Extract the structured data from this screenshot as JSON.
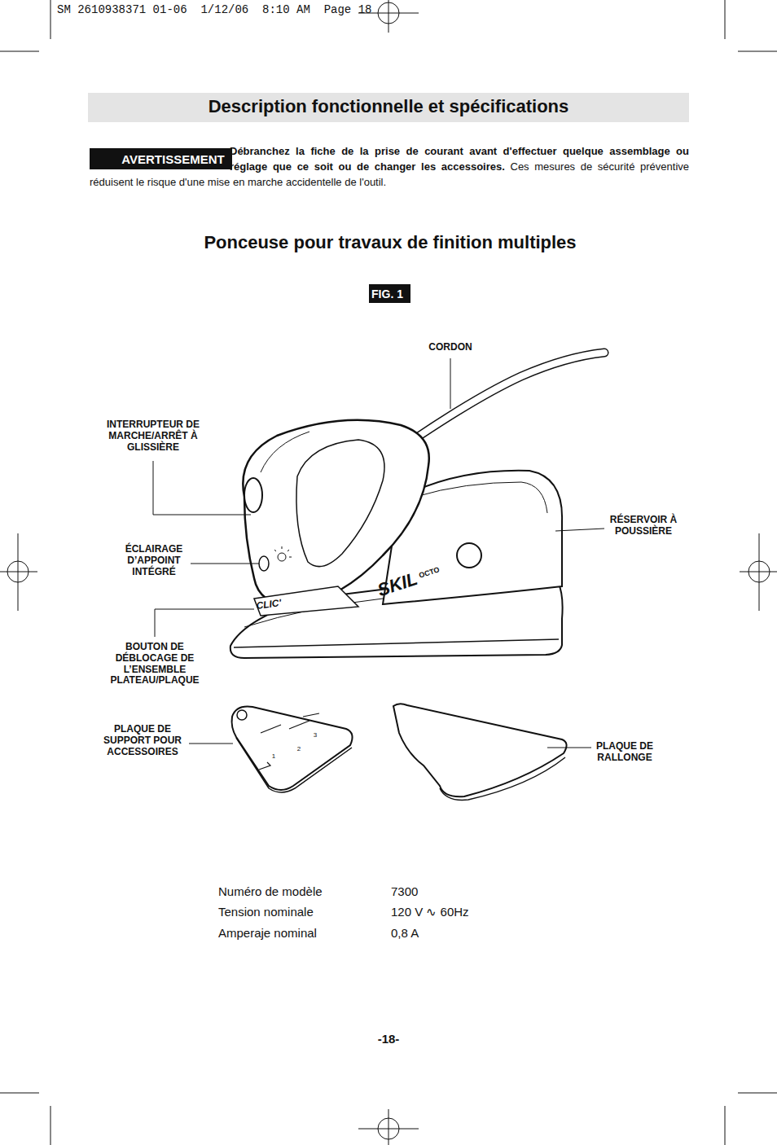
{
  "diagram": {
    "title": "Description fonctionnelle et spécifications",
    "nodes": [
      {
        "text": [
          "AVERTISSEMENT"
        ]
      },
      {
        "text": [
          "FIG. 1"
        ]
      }
    ],
    "labels": [
      "SM 2610938371 01-06  1/12/06  8:10 AM  Page 18",
      "Débranchez la fiche de la prise de courant avant d'effectuer quelque assemblage ou réglage que ce soit ou de changer les accessoires.",
      "Ces mesures de sécurité préventive réduisent le risque d'une mise en marche accidentelle de l'outil.",
      "Ponceuse pour travaux de finition multiples",
      "CORDON",
      "INTERRUPTEUR DE MARCHE/ARRÊT À GLISSIÈRE",
      "RÉSERVOIR À POUSSIÈRE",
      "ÉCLAIRAGE D’APPOINT INTÉGRÉ",
      "SKIL",
      "OCTO",
      "CLIC'",
      "BOUTON DE DÉBLOCAGE DE L’ENSEMBLE PLATEAU/PLAQUE",
      "PLAQUE DE SUPPORT POUR ACCESSOIRES",
      "PLAQUE DE RALLONGE",
      "1",
      "2",
      "3",
      "Numéro de modèle",
      "7300",
      "Tension nominale",
      "120 V ∿ 60Hz",
      "Amperaje nominal",
      "0,8 A",
      "-18-"
    ]
  }
}
